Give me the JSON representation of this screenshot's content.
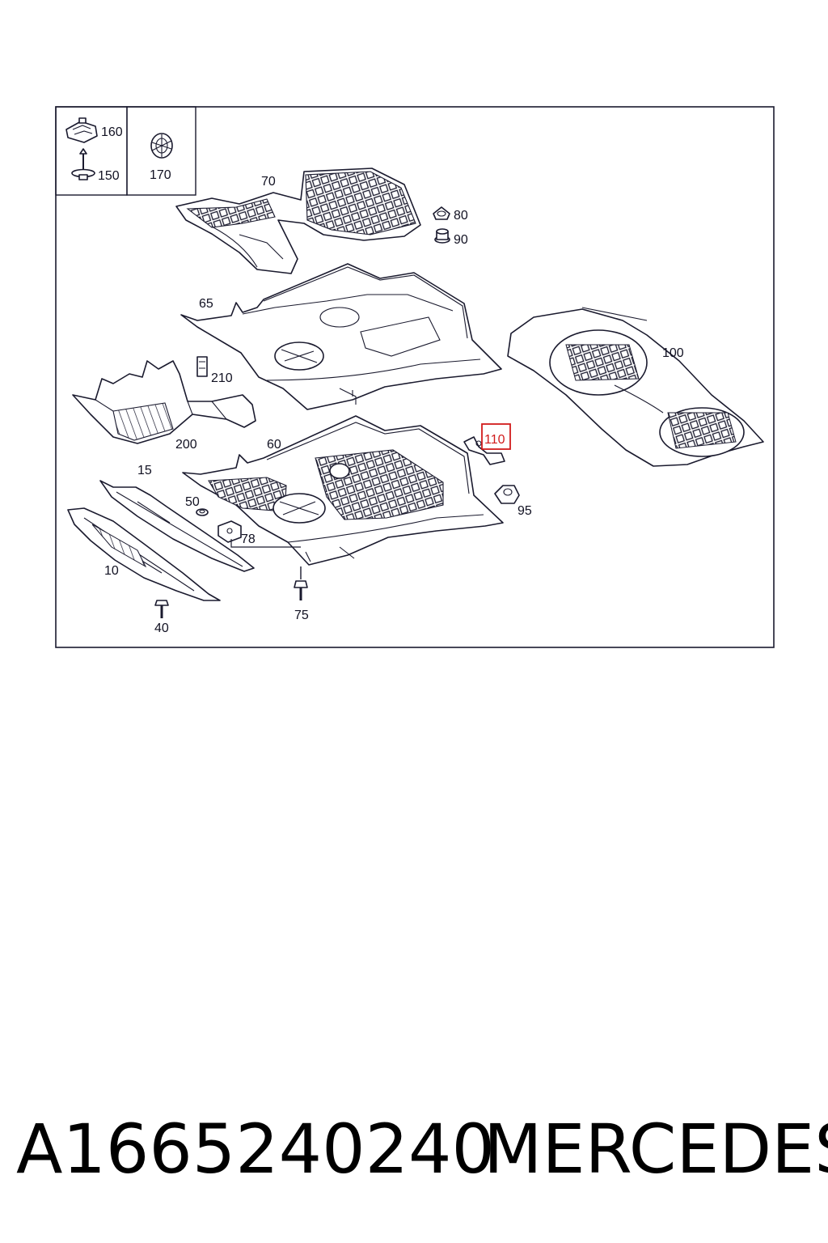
{
  "callouts": {
    "c10": "10",
    "c15": "15",
    "c40": "40",
    "c50": "50",
    "c60": "60",
    "c65": "65",
    "c70": "70",
    "c75": "75",
    "c78": "78",
    "c80": "80",
    "c90": "90",
    "c95": "95",
    "c100": "100",
    "c110": "110",
    "c150": "150",
    "c160": "160",
    "c170": "170",
    "c200": "200",
    "c210": "210"
  },
  "highlight": {
    "callout": "110",
    "color": "#d11b1b"
  },
  "footer": {
    "part_number": "A1665240240",
    "brand": "MERCEDES"
  }
}
